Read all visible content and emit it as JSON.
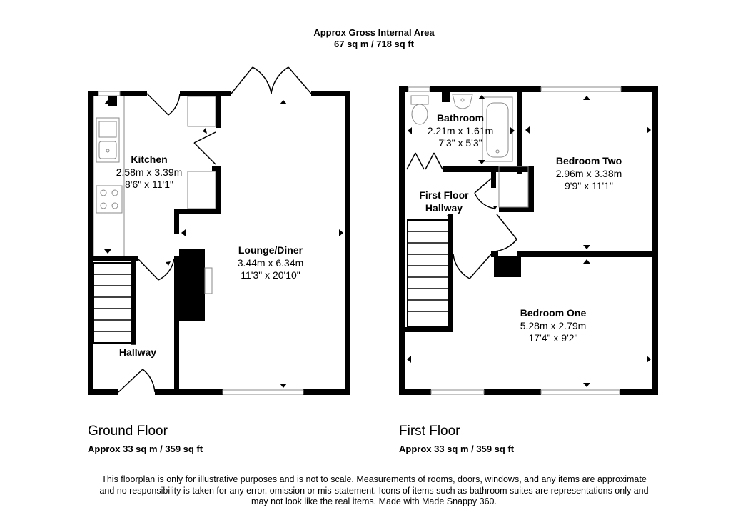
{
  "header": {
    "title": "Approx Gross Internal Area",
    "area": "67 sq m / 718 sq ft"
  },
  "floors": [
    {
      "id": "ground",
      "title": "Ground Floor",
      "area": "Approx 33 sq m / 359 sq ft",
      "rooms": [
        {
          "name": "Kitchen",
          "metric": "2.58m x 3.39m",
          "imperial": "8'6\" x 11'1\""
        },
        {
          "name": "Lounge/Diner",
          "metric": "3.44m x 6.34m",
          "imperial": "11'3\" x 20'10\""
        },
        {
          "name": "Hallway",
          "metric": "",
          "imperial": ""
        }
      ]
    },
    {
      "id": "first",
      "title": "First Floor",
      "area": "Approx 33 sq m / 359 sq ft",
      "rooms": [
        {
          "name": "Bathroom",
          "metric": "2.21m x 1.61m",
          "imperial": "7'3\" x 5'3\""
        },
        {
          "name": "Bedroom Two",
          "metric": "2.96m x 3.38m",
          "imperial": "9'9\" x 11'1\""
        },
        {
          "name": "First Floor",
          "name2": "Hallway",
          "metric": "",
          "imperial": ""
        },
        {
          "name": "Bedroom One",
          "metric": "5.28m x 2.79m",
          "imperial": "17'4\" x 9'2\""
        }
      ]
    }
  ],
  "disclaimer": {
    "line1": "This floorplan is only for illustrative purposes and is not to scale. Measurements of rooms, doors, windows, and any items are approximate",
    "line2": "and no responsibility is taken for any error, omission or mis-statement. Icons of items such as bathroom suites are representations only and",
    "line3": "may not look like the real items. Made with Made Snappy 360."
  },
  "colors": {
    "wall": "#000000",
    "fixture": "#8a8a8a",
    "background": "#ffffff"
  }
}
